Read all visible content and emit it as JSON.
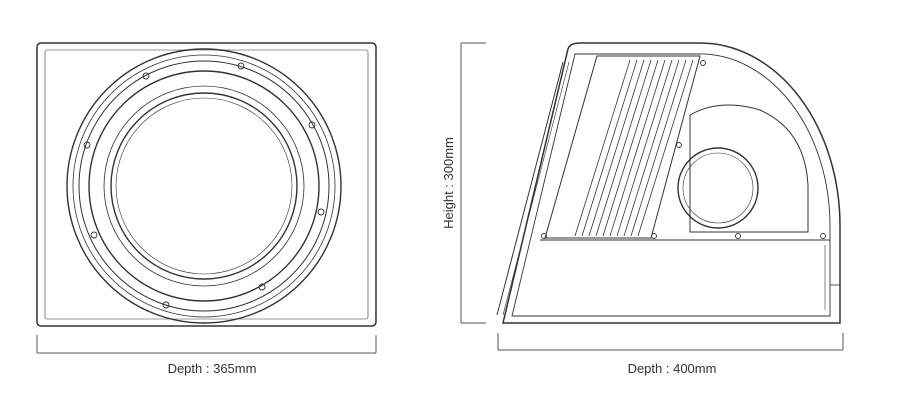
{
  "dimensions": {
    "front_depth": "Depth : 365mm",
    "side_height": "Height : 300mm",
    "side_depth": "Depth : 400mm"
  },
  "colors": {
    "line": "#333333",
    "dim_line": "#555555",
    "fill": "#ffffff",
    "text": "#333333"
  }
}
